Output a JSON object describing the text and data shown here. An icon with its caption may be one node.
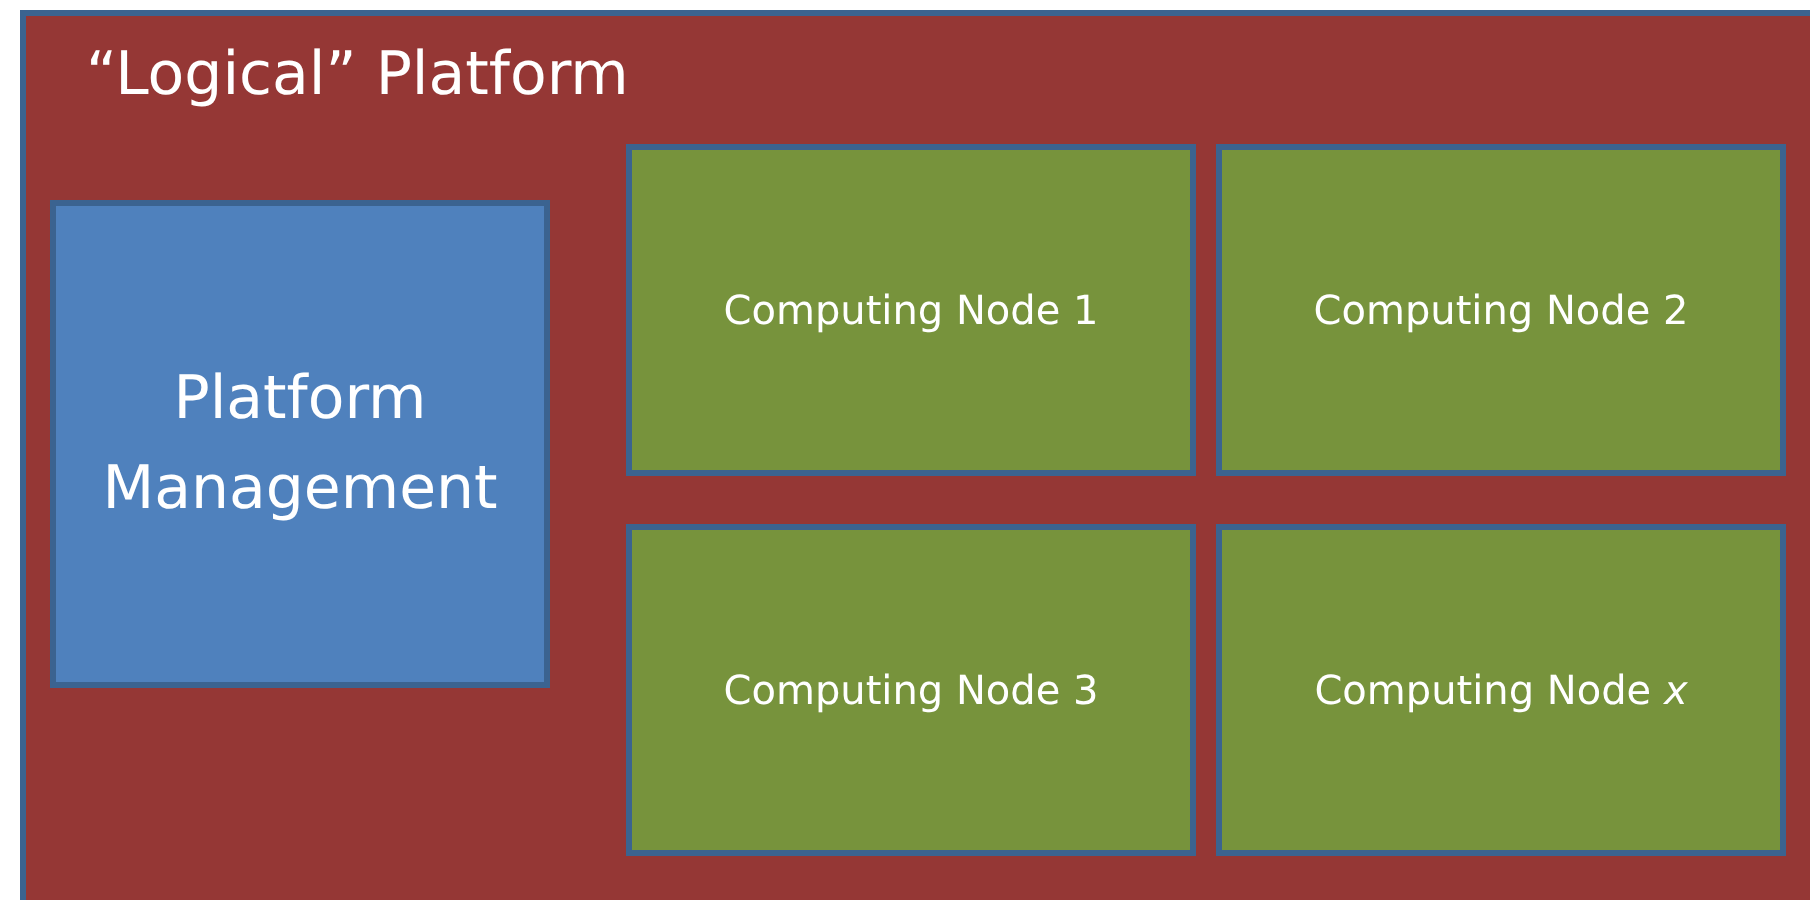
{
  "diagram": {
    "nodes": [
      {
        "text": [
          "“Logical” Platform"
        ]
      },
      {
        "text": [
          "Platform Management"
        ],
        "in": 0
      },
      {
        "text": [
          "Computing Node 1"
        ],
        "in": 0
      },
      {
        "text": [
          "Computing Node 2"
        ],
        "in": 0
      },
      {
        "text": [
          "Computing Node 3"
        ],
        "in": 0
      },
      {
        "text": [
          "Computing Node *x*"
        ],
        "in": 0
      }
    ]
  }
}
